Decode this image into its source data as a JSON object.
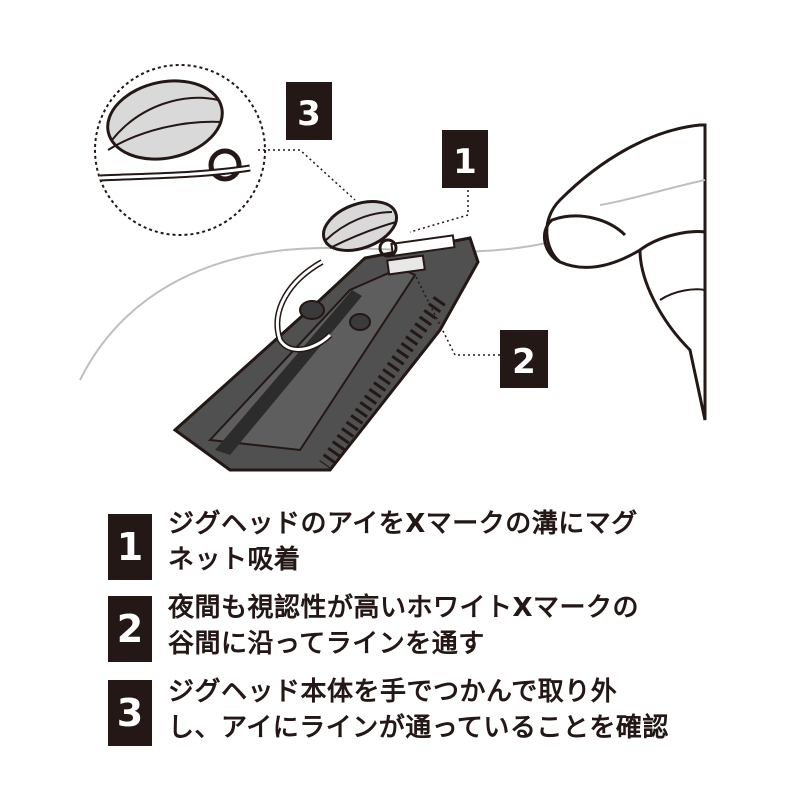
{
  "colors": {
    "ink": "#231815",
    "body_gray": "#4a4a4a",
    "line": "#d8d8d8"
  },
  "callouts": [
    {
      "number": "3",
      "target": "jighead-closeup"
    },
    {
      "number": "1",
      "target": "x-mark-groove"
    },
    {
      "number": "2",
      "target": "white-x-mark-valley"
    }
  ],
  "steps": [
    {
      "number": "1",
      "text_line1": "ジグヘッドのアイをXマークの溝にマグ",
      "text_line2": "ネット吸着"
    },
    {
      "number": "2",
      "text_line1": "夜間も視認性が高いホワイトXマークの",
      "text_line2": "谷間に沿ってラインを通す"
    },
    {
      "number": "3",
      "text_line1": "ジグヘッド本体を手でつかんで取り外",
      "text_line2": "し、アイにラインが通っていることを確認"
    }
  ]
}
